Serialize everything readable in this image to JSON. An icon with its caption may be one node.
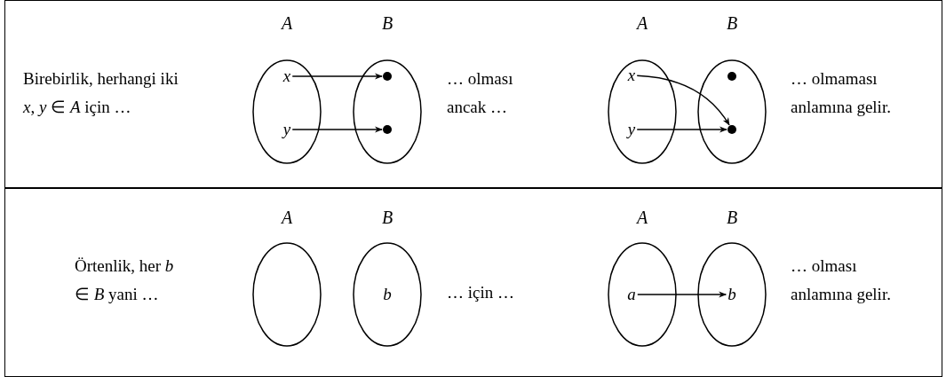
{
  "diagram": {
    "nodes": [
      {
        "text": [
          "Birebirlik, herhangi iki *x*, *y* ∈ *A* için …",
          "… olması ancak …",
          "… olmaması anlamına gelir."
        ]
      },
      {
        "text": [
          "A"
        ],
        "in": 0
      },
      {
        "text": [
          "x"
        ],
        "in": 1
      },
      {
        "text": [
          "y"
        ],
        "in": 1
      },
      {
        "text": [
          "B"
        ],
        "in": 0
      },
      {
        "text": [],
        "shape": "circle",
        "in": 4
      },
      {
        "text": [],
        "shape": "circle",
        "in": 4
      },
      {
        "text": [
          "A"
        ],
        "in": 0
      },
      {
        "text": [
          "x"
        ],
        "in": 7
      },
      {
        "text": [
          "y"
        ],
        "in": 7
      },
      {
        "text": [
          "B"
        ],
        "in": 0
      },
      {
        "text": [],
        "shape": "circle",
        "in": 10
      },
      {
        "text": [],
        "shape": "circle",
        "in": 10
      },
      {
        "text": [
          "Örtenlik, her *b* ∈ *B* yani …",
          "… için …",
          "… olması anlamına gelir."
        ]
      },
      {
        "text": [
          "A"
        ],
        "in": 13
      },
      {
        "text": [
          "B"
        ],
        "in": 13
      },
      {
        "text": [
          "b"
        ],
        "in": 15
      },
      {
        "text": [
          "A"
        ],
        "in": 13
      },
      {
        "text": [
          "a"
        ],
        "in": 17
      },
      {
        "text": [
          "B"
        ],
        "in": 13
      },
      {
        "text": [
          "b"
        ],
        "in": 19
      }
    ],
    "edges": [
      {
        "from": 2,
        "to": 5,
        "arrow": "to"
      },
      {
        "from": 3,
        "to": 6,
        "arrow": "to"
      },
      {
        "from": 8,
        "to": 12,
        "arrow": "to"
      },
      {
        "from": 9,
        "to": 12,
        "arrow": "to"
      },
      {
        "from": 18,
        "to": 20,
        "arrow": "to"
      }
    ]
  }
}
